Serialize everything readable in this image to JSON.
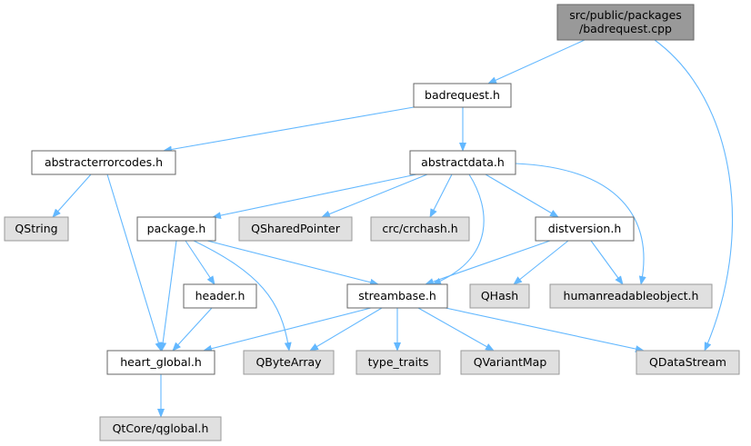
{
  "colors": {
    "edge": "#63b8ff",
    "root_fill": "#999999",
    "root_stroke": "#666666",
    "file_fill": "#ffffff",
    "file_stroke": "#666666",
    "external_fill": "#e0e0e0",
    "external_stroke": "#999999"
  },
  "nodes": [
    {
      "id": "root",
      "lines": [
        "src/public/packages",
        "/badrequest.cpp"
      ],
      "kind": "root"
    },
    {
      "id": "badrequest",
      "lines": [
        "badrequest.h"
      ],
      "kind": "file"
    },
    {
      "id": "abstracterrorcodes",
      "lines": [
        "abstracterrorcodes.h"
      ],
      "kind": "file"
    },
    {
      "id": "abstractdata",
      "lines": [
        "abstractdata.h"
      ],
      "kind": "file"
    },
    {
      "id": "qstring",
      "lines": [
        "QString"
      ],
      "kind": "external"
    },
    {
      "id": "package",
      "lines": [
        "package.h"
      ],
      "kind": "file"
    },
    {
      "id": "qsharedpointer",
      "lines": [
        "QSharedPointer"
      ],
      "kind": "external"
    },
    {
      "id": "crchash",
      "lines": [
        "crc/crchash.h"
      ],
      "kind": "external"
    },
    {
      "id": "distversion",
      "lines": [
        "distversion.h"
      ],
      "kind": "file"
    },
    {
      "id": "header",
      "lines": [
        "header.h"
      ],
      "kind": "file"
    },
    {
      "id": "streambase",
      "lines": [
        "streambase.h"
      ],
      "kind": "file"
    },
    {
      "id": "qhash",
      "lines": [
        "QHash"
      ],
      "kind": "external"
    },
    {
      "id": "humanreadable",
      "lines": [
        "humanreadableobject.h"
      ],
      "kind": "external"
    },
    {
      "id": "heartglobal",
      "lines": [
        "heart_global.h"
      ],
      "kind": "file"
    },
    {
      "id": "qbytearray",
      "lines": [
        "QByteArray"
      ],
      "kind": "external"
    },
    {
      "id": "typetraits",
      "lines": [
        "type_traits"
      ],
      "kind": "external"
    },
    {
      "id": "qvariantmap",
      "lines": [
        "QVariantMap"
      ],
      "kind": "external"
    },
    {
      "id": "qdatastream",
      "lines": [
        "QDataStream"
      ],
      "kind": "external"
    },
    {
      "id": "qglobal",
      "lines": [
        "QtCore/qglobal.h"
      ],
      "kind": "external"
    }
  ],
  "edges": [
    {
      "from": "root",
      "to": "badrequest"
    },
    {
      "from": "root",
      "to": "qdatastream"
    },
    {
      "from": "badrequest",
      "to": "abstracterrorcodes"
    },
    {
      "from": "badrequest",
      "to": "abstractdata"
    },
    {
      "from": "abstracterrorcodes",
      "to": "qstring"
    },
    {
      "from": "abstracterrorcodes",
      "to": "heartglobal"
    },
    {
      "from": "abstractdata",
      "to": "package"
    },
    {
      "from": "abstractdata",
      "to": "qsharedpointer"
    },
    {
      "from": "abstractdata",
      "to": "crchash"
    },
    {
      "from": "abstractdata",
      "to": "distversion"
    },
    {
      "from": "abstractdata",
      "to": "streambase"
    },
    {
      "from": "abstractdata",
      "to": "humanreadable"
    },
    {
      "from": "package",
      "to": "header"
    },
    {
      "from": "package",
      "to": "heartglobal"
    },
    {
      "from": "package",
      "to": "qbytearray"
    },
    {
      "from": "package",
      "to": "streambase"
    },
    {
      "from": "distversion",
      "to": "streambase"
    },
    {
      "from": "distversion",
      "to": "qhash"
    },
    {
      "from": "distversion",
      "to": "humanreadable"
    },
    {
      "from": "header",
      "to": "heartglobal"
    },
    {
      "from": "streambase",
      "to": "heartglobal"
    },
    {
      "from": "streambase",
      "to": "qbytearray"
    },
    {
      "from": "streambase",
      "to": "typetraits"
    },
    {
      "from": "streambase",
      "to": "qvariantmap"
    },
    {
      "from": "streambase",
      "to": "qdatastream"
    },
    {
      "from": "heartglobal",
      "to": "qglobal"
    }
  ]
}
